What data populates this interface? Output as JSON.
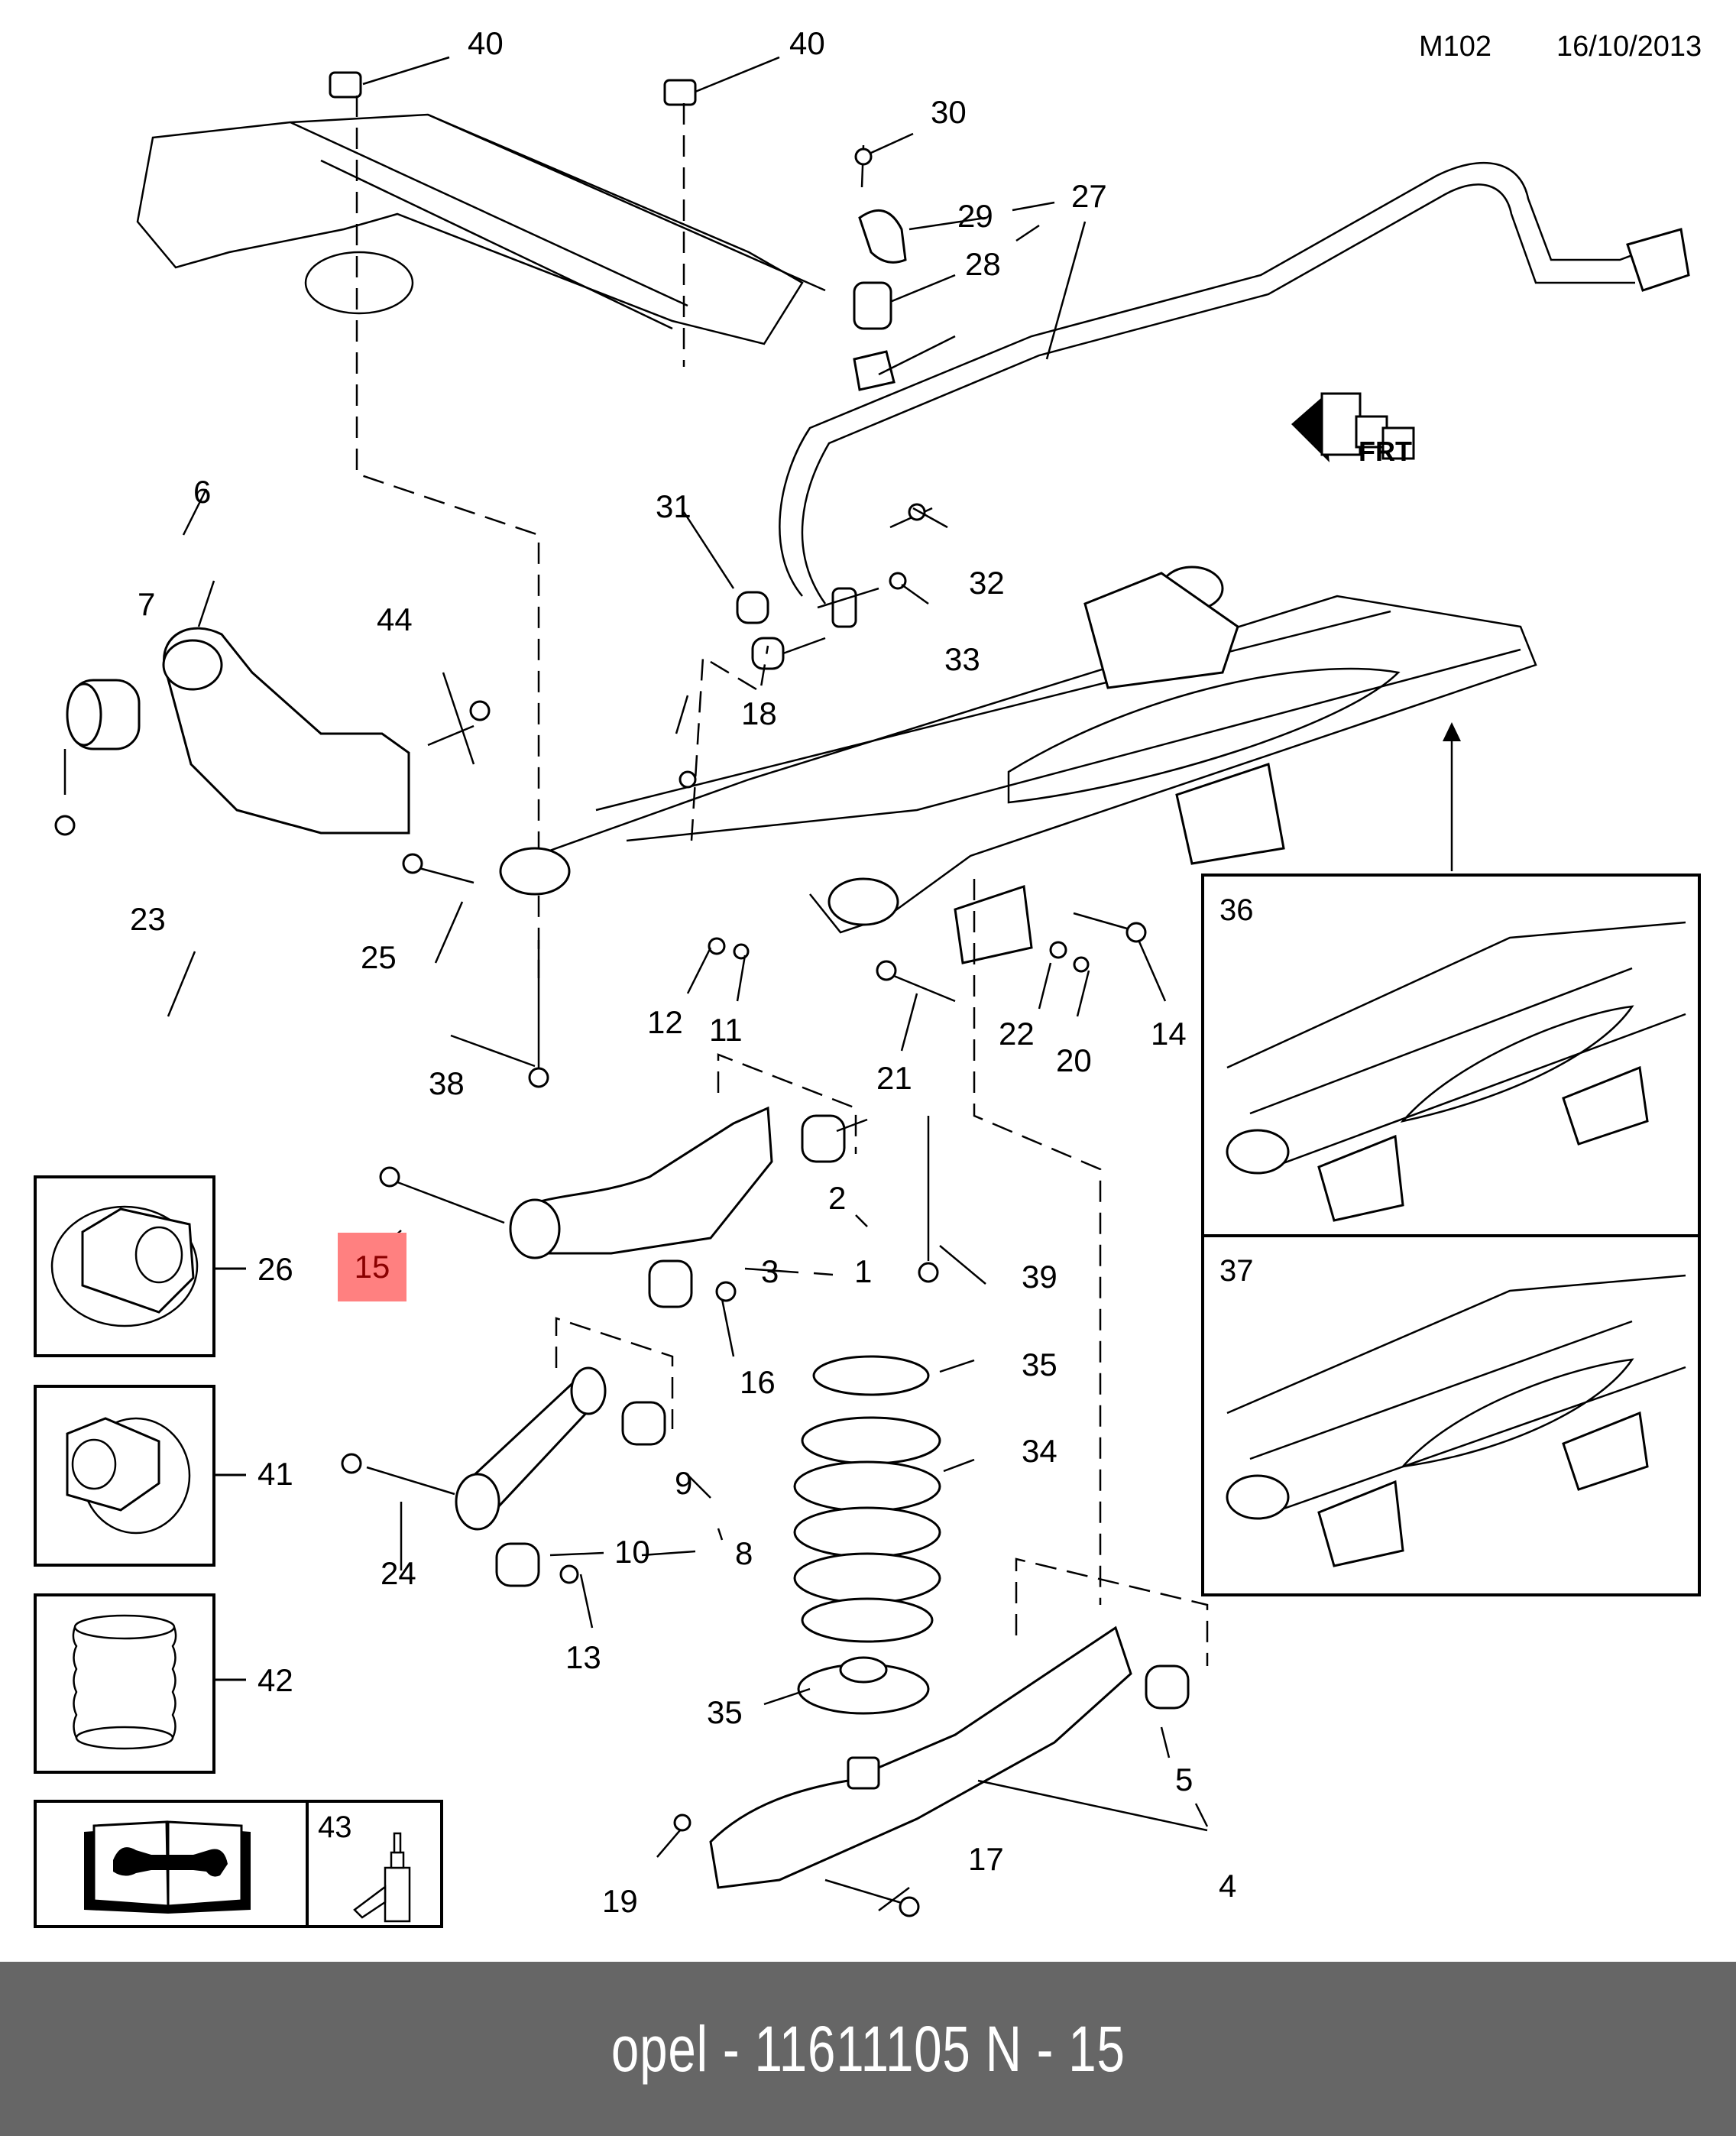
{
  "header": {
    "diagram_code": "M102",
    "date": "16/10/2013"
  },
  "highlight": {
    "callout": "15",
    "color": "#ff8080",
    "text_color": "#8b0000"
  },
  "callouts": [
    {
      "id": "1",
      "label": "1"
    },
    {
      "id": "2",
      "label": "2"
    },
    {
      "id": "3",
      "label": "3"
    },
    {
      "id": "4",
      "label": "4"
    },
    {
      "id": "5",
      "label": "5"
    },
    {
      "id": "6",
      "label": "6"
    },
    {
      "id": "7",
      "label": "7"
    },
    {
      "id": "8",
      "label": "8"
    },
    {
      "id": "9",
      "label": "9"
    },
    {
      "id": "10",
      "label": "10"
    },
    {
      "id": "11",
      "label": "11"
    },
    {
      "id": "12",
      "label": "12"
    },
    {
      "id": "13",
      "label": "13"
    },
    {
      "id": "14",
      "label": "14"
    },
    {
      "id": "15",
      "label": "15"
    },
    {
      "id": "16",
      "label": "16"
    },
    {
      "id": "17",
      "label": "17"
    },
    {
      "id": "18",
      "label": "18"
    },
    {
      "id": "19",
      "label": "19"
    },
    {
      "id": "20",
      "label": "20"
    },
    {
      "id": "21",
      "label": "21"
    },
    {
      "id": "22",
      "label": "22"
    },
    {
      "id": "23",
      "label": "23"
    },
    {
      "id": "24",
      "label": "24"
    },
    {
      "id": "25",
      "label": "25"
    },
    {
      "id": "26",
      "label": "26"
    },
    {
      "id": "27",
      "label": "27"
    },
    {
      "id": "28",
      "label": "28"
    },
    {
      "id": "29",
      "label": "29"
    },
    {
      "id": "30",
      "label": "30"
    },
    {
      "id": "31",
      "label": "31"
    },
    {
      "id": "32",
      "label": "32"
    },
    {
      "id": "33",
      "label": "33"
    },
    {
      "id": "34",
      "label": "34"
    },
    {
      "id": "35a",
      "label": "35"
    },
    {
      "id": "35b",
      "label": "35"
    },
    {
      "id": "36",
      "label": "36"
    },
    {
      "id": "37",
      "label": "37"
    },
    {
      "id": "38",
      "label": "38"
    },
    {
      "id": "39",
      "label": "39"
    },
    {
      "id": "40a",
      "label": "40"
    },
    {
      "id": "40b",
      "label": "40"
    },
    {
      "id": "41",
      "label": "41"
    },
    {
      "id": "42",
      "label": "42"
    },
    {
      "id": "43",
      "label": "43"
    },
    {
      "id": "44",
      "label": "44"
    }
  ],
  "insets": {
    "crossmember_variant_a": "36",
    "crossmember_variant_b": "37",
    "flange_nut_a": "26",
    "flange_nut_b": "41",
    "bellows": "42",
    "threadlocker": "43"
  },
  "icons": {
    "direction_arrow": "FRT",
    "manual_icon": "service-manual-wrench-icon",
    "adhesive_icon": "adhesive-bottle-icon"
  },
  "footer": {
    "brand": "opel",
    "part_number": "11611105",
    "position": "N - 15",
    "text": "opel - 11611105     N - 15"
  }
}
